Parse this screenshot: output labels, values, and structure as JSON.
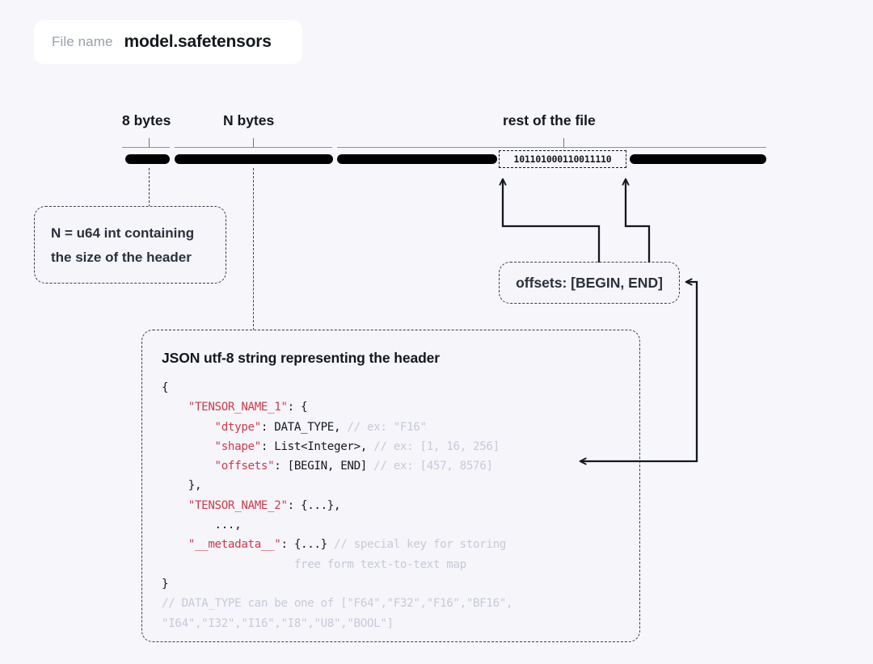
{
  "file": {
    "label": "File name",
    "name": "model.safetensors"
  },
  "ruler": {
    "segments": [
      {
        "label": "8 bytes"
      },
      {
        "label": "N bytes"
      },
      {
        "label": "rest of the file"
      }
    ],
    "binary_sample": "101101000110011110"
  },
  "callouts": {
    "nbytes": {
      "line1": "N = u64 int containing",
      "line2": "the size of the header"
    },
    "offsets": {
      "text": "offsets: [BEGIN, END]"
    },
    "json": {
      "title": "JSON utf-8 string representing the header",
      "code_lines": [
        "{",
        "    \"TENSOR_NAME_1\": {",
        "        \"dtype\": DATA_TYPE, // ex: \"F16\"",
        "        \"shape\": List<Integer>, // ex: [1, 16, 256]",
        "        \"offsets\": [BEGIN, END] // ex: [457, 8576]",
        "    },",
        "    \"TENSOR_NAME_2\": {...},",
        "        ...,",
        "    \"__metadata__\": {...} // special key for storing",
        "                    free form text-to-text map",
        "}",
        "// DATA_TYPE can be one of [\"F64\",\"F32\",\"F16\",\"BF16\",",
        "\"I64\",\"I32\",\"I16\",\"I8\",\"U8\",\"BOOL\"]"
      ]
    }
  },
  "colors": {
    "background": "#f7f7fb",
    "bar": "#000000",
    "json_key": "#cf3a4a",
    "comment": "#c7cad6",
    "dash_border": "#3a3f4b"
  }
}
